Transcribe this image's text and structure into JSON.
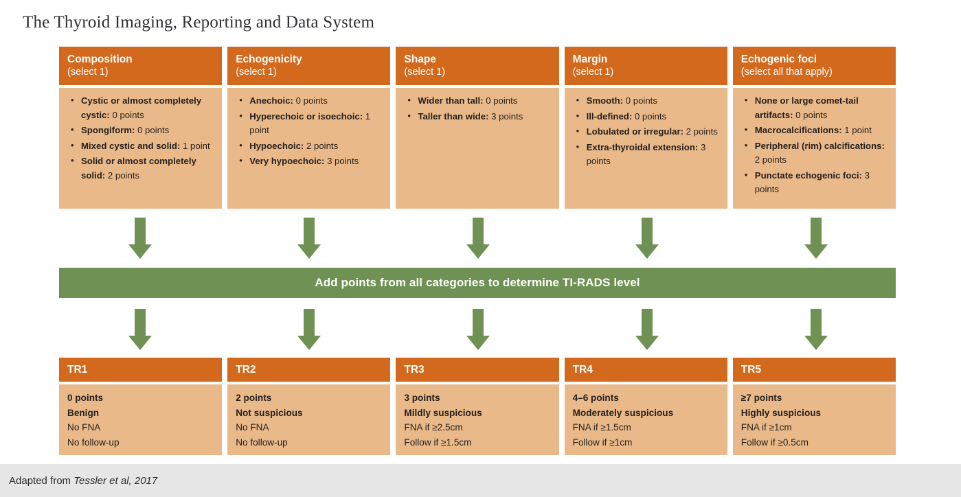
{
  "page": {
    "title": "The Thyroid Imaging, Reporting and Data System",
    "accent_orange": "#d2691c",
    "panel_peach": "#eab98a",
    "accent_green": "#6f9153",
    "footer_bg": "#e6e6e6"
  },
  "features": [
    {
      "id": "composition",
      "title": "Composition",
      "subtitle": "(select 1)",
      "items": [
        {
          "label": "Cystic or almost completely cystic:",
          "points": "0 points"
        },
        {
          "label": "Spongiform:",
          "points": "0 points"
        },
        {
          "label": "Mixed cystic and solid:",
          "points": "1 point"
        },
        {
          "label": "Solid or almost completely solid:",
          "points": "2 points"
        }
      ]
    },
    {
      "id": "echogenicity",
      "title": "Echogenicity",
      "subtitle": "(select 1)",
      "items": [
        {
          "label": "Anechoic:",
          "points": "0 points"
        },
        {
          "label": "Hyperechoic or isoechoic:",
          "points": "1 point"
        },
        {
          "label": "Hypoechoic:",
          "points": "2 points"
        },
        {
          "label": "Very hypoechoic:",
          "points": "3 points"
        }
      ]
    },
    {
      "id": "shape",
      "title": "Shape",
      "subtitle": "(select 1)",
      "items": [
        {
          "label": "Wider than tall:",
          "points": "0 points"
        },
        {
          "label": "Taller than wide:",
          "points": "3 points"
        }
      ]
    },
    {
      "id": "margin",
      "title": "Margin",
      "subtitle": "(select 1)",
      "items": [
        {
          "label": "Smooth:",
          "points": "0 points"
        },
        {
          "label": "Ill-defined:",
          "points": "0 points"
        },
        {
          "label": "Lobulated or irregular:",
          "points": "2 points"
        },
        {
          "label": "Extra-thyroidal extension:",
          "points": "3 points"
        }
      ]
    },
    {
      "id": "echogenic-foci",
      "title": "Echogenic foci",
      "subtitle": "(select all that apply)",
      "items": [
        {
          "label": "None or large comet-tail artifacts:",
          "points": "0 points"
        },
        {
          "label": "Macrocalcifications:",
          "points": "1 point"
        },
        {
          "label": "Peripheral (rim) calcifications:",
          "points": "2 points"
        },
        {
          "label": "Punctate echogenic foci:",
          "points": "3 points"
        }
      ]
    }
  ],
  "summary_bar": {
    "label": "Add points from all categories to determine TI-RADS level"
  },
  "levels": [
    {
      "id": "tr1",
      "header": "TR1",
      "points": "0 points",
      "risk": "Benign",
      "fna": "No FNA",
      "follow": "No follow-up"
    },
    {
      "id": "tr2",
      "header": "TR2",
      "points": "2 points",
      "risk": "Not suspicious",
      "fna": "No FNA",
      "follow": "No follow-up"
    },
    {
      "id": "tr3",
      "header": "TR3",
      "points": "3 points",
      "risk": "Mildly suspicious",
      "fna": "FNA if ≥2.5cm",
      "follow": "Follow if ≥1.5cm"
    },
    {
      "id": "tr4",
      "header": "TR4",
      "points": "4–6 points",
      "risk": "Moderately suspicious",
      "fna": "FNA if ≥1.5cm",
      "follow": "Follow if ≥1cm"
    },
    {
      "id": "tr5",
      "header": "TR5",
      "points": "≥7 points",
      "risk": "Highly suspicious",
      "fna": "FNA if ≥1cm",
      "follow": "Follow if ≥0.5cm"
    }
  ],
  "footer": {
    "prefix": "Adapted from ",
    "citation": "Tessler et al, 2017"
  }
}
